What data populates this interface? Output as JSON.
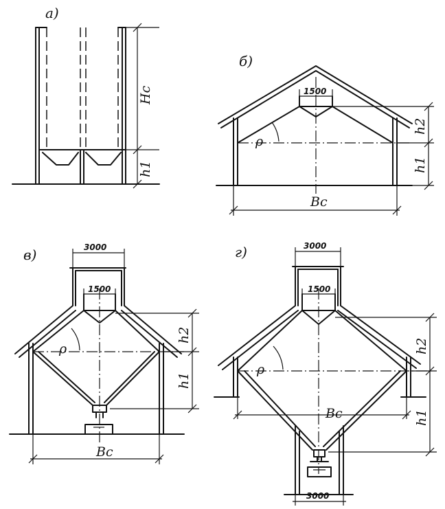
{
  "panels": {
    "a": {
      "label": "а)",
      "h_c": "Hс",
      "h1": "h1"
    },
    "b": {
      "label": "б)",
      "dim_top": "1500",
      "rho": "ρ",
      "h1": "h1",
      "h2": "h2",
      "bc": "Bс"
    },
    "v": {
      "label": "в)",
      "dim_outer": "3000",
      "dim_inner": "1500",
      "rho": "ρ",
      "h1": "h1",
      "h2": "h2",
      "bc": "Bс"
    },
    "g": {
      "label": "г)",
      "dim_outer": "3000",
      "dim_inner": "1500",
      "dim_bottom": "3000",
      "rho": "ρ",
      "h1": "h1",
      "h2": "h2",
      "bc": "Bс"
    }
  }
}
